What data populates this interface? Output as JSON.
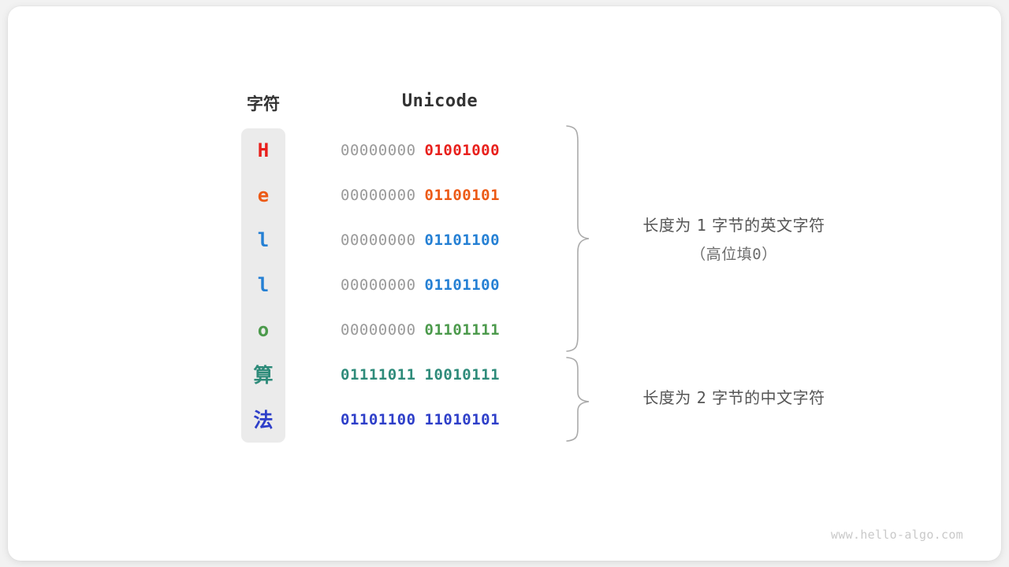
{
  "watermark": "www.hello-algo.com",
  "headers": {
    "char": "字符",
    "unicode": "Unicode"
  },
  "colors": {
    "background": "#f2f2f2",
    "card": "#ffffff",
    "char_column_bg": "#ebebeb",
    "high_bits": "#9a9a9a",
    "header_text": "#333333",
    "annotation_text": "#555555",
    "brace": "#aaaaaa",
    "watermark": "#c9c9c9"
  },
  "rows": [
    {
      "char": "H",
      "color": "#e8201c",
      "high": "00000000",
      "low": "01001000",
      "high_filled": false,
      "cjk": false
    },
    {
      "char": "e",
      "color": "#ec5a16",
      "high": "00000000",
      "low": "01100101",
      "high_filled": false,
      "cjk": false
    },
    {
      "char": "l",
      "color": "#2580d4",
      "high": "00000000",
      "low": "01101100",
      "high_filled": false,
      "cjk": false
    },
    {
      "char": "l",
      "color": "#2580d4",
      "high": "00000000",
      "low": "01101100",
      "high_filled": false,
      "cjk": false
    },
    {
      "char": "o",
      "color": "#4c9a4c",
      "high": "00000000",
      "low": "01101111",
      "high_filled": false,
      "cjk": false
    },
    {
      "char": "算",
      "color": "#2e8b7a",
      "high": "01111011",
      "low": "10010111",
      "high_filled": true,
      "cjk": true
    },
    {
      "char": "法",
      "color": "#2e3fc9",
      "high": "01101100",
      "low": "11010101",
      "high_filled": true,
      "cjk": true
    }
  ],
  "annotations": [
    {
      "line1_prefix": "长度为",
      "line1_num": "1",
      "line1_suffix": "字节的英文字符",
      "line2_prefix": "（高位填",
      "line2_num": "0",
      "line2_suffix": "）",
      "span_rows": [
        0,
        4
      ]
    },
    {
      "line1_prefix": "长度为",
      "line1_num": "2",
      "line1_suffix": "字节的中文字符",
      "line2_prefix": "",
      "line2_num": "",
      "line2_suffix": "",
      "span_rows": [
        5,
        6
      ]
    }
  ]
}
